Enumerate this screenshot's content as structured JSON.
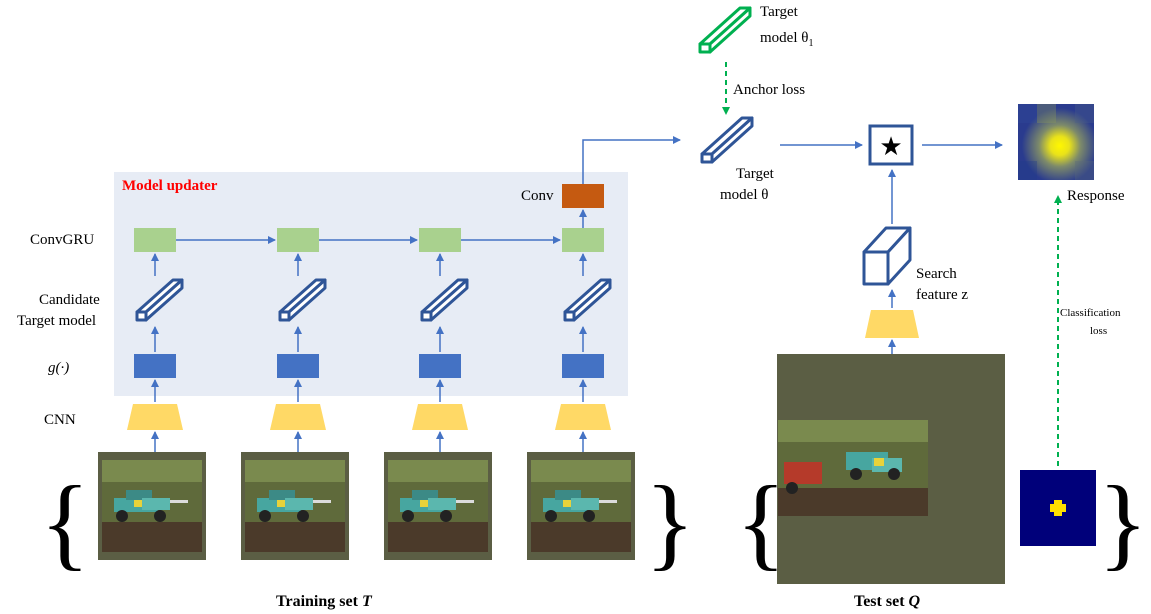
{
  "model_updater": {
    "title": "Model updater"
  },
  "row_labels": {
    "conv": "Conv",
    "convgru": "ConvGRU",
    "candidate_line1": "Candidate",
    "candidate_line2": "Target  model",
    "g_func": "g(·)",
    "cnn": "CNN"
  },
  "target_model_theta1": {
    "line1": "Target",
    "line2": "model θ",
    "subscript": "1"
  },
  "anchor_loss": "Anchor loss",
  "target_model_theta": {
    "line1": "Target",
    "line2": "model θ"
  },
  "correlation_symbol": "★",
  "response": "Response",
  "search_feature": {
    "line1": "Search",
    "line2": "feature z"
  },
  "classification_loss": {
    "line1": "Classification",
    "line2": "loss"
  },
  "training_set": {
    "label": "Training set ",
    "symbol": "T"
  },
  "test_set": {
    "label": "Test set ",
    "symbol": "Q"
  },
  "braces": {
    "open": "{",
    "close": "}"
  },
  "colors": {
    "panel_bg": "#e7ecf5",
    "updater_title": "#ff0000",
    "convgru_block": "#a9d18e",
    "conv_block": "#c55a11",
    "g_block": "#4472c4",
    "cnn_trapezoid": "#ffd966",
    "prism": "#2f5597",
    "prism_green": "#00b050",
    "arrow": "#4472c4",
    "dashed_green": "#00b050",
    "image_bg": "#5b5e44",
    "label_map_bg": "#00007a",
    "label_map_peak": "#ffe000"
  }
}
